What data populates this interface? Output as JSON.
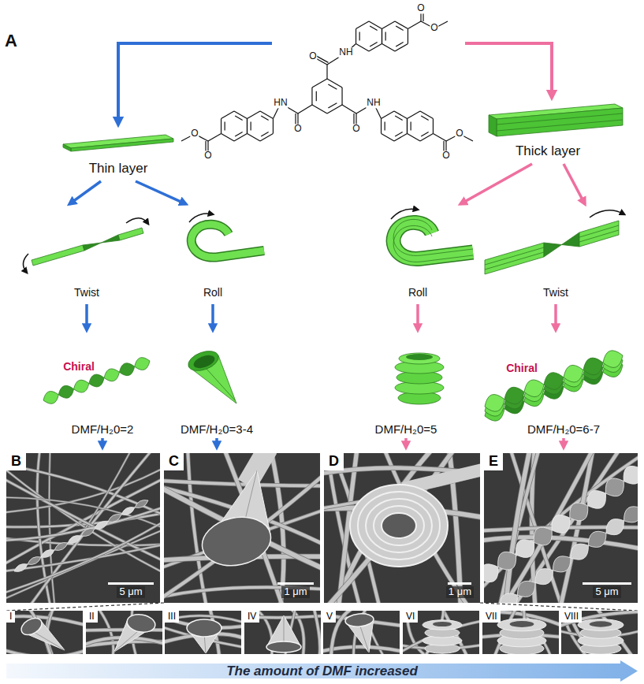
{
  "diagram": {
    "nodes": [
      {
        "text": [
          "B",
          "5 μm"
        ]
      },
      {
        "text": [
          "C",
          "1 μm"
        ]
      },
      {
        "text": [
          "D",
          "1 μm"
        ]
      },
      {
        "text": [
          "E",
          "5 μm"
        ]
      },
      {
        "text": [
          "I"
        ]
      },
      {
        "text": [
          "II"
        ]
      },
      {
        "text": [
          "III"
        ]
      },
      {
        "text": [
          "IV"
        ]
      },
      {
        "text": [
          "V"
        ]
      },
      {
        "text": [
          "VI"
        ]
      },
      {
        "text": [
          "VII"
        ]
      },
      {
        "text": [
          "VIII"
        ]
      },
      {
        "text": [
          "The amount of DMF increased"
        ]
      }
    ],
    "edges": [
      {
        "from": 1,
        "to": 4,
        "arrow": "none"
      },
      {
        "from": 2,
        "to": 11,
        "arrow": "none"
      }
    ],
    "labels": [
      "A",
      "O",
      "NH",
      "O",
      "O",
      "O",
      "HN",
      "O",
      "O",
      "O",
      "NH",
      "O",
      "O",
      "Thin layer",
      "Thick layer",
      "Twist",
      "Roll",
      "Roll",
      "Twist",
      "Chiral",
      "Chiral",
      "DMF/H₂0=2",
      "DMF/H₂0=3-4",
      "DMF/H₂0=5",
      "DMF/H₂0=6-7"
    ]
  }
}
